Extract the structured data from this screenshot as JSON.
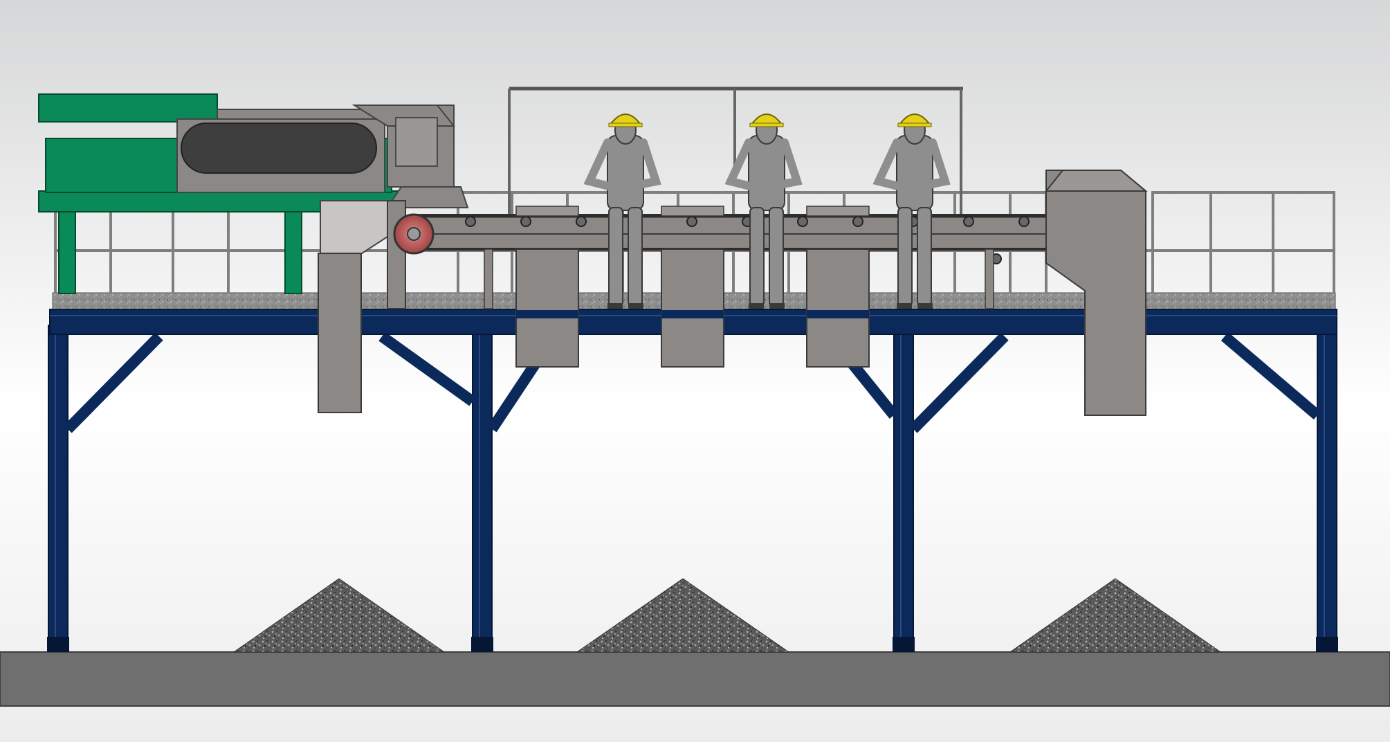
{
  "scene": {
    "subject": "picking-station-conveyor",
    "colors": {
      "bg_top": "#d9dadb",
      "bg_mid": "#ffffff",
      "bg_bottom": "#e8e8e8",
      "frame_navy": "#0b2a5b",
      "frame_navy_dark": "#081d40",
      "machine_green": "#0a8a58",
      "machine_green_dark": "#066b43",
      "steel_grey": "#8a8785",
      "steel_dark": "#5f5c5a",
      "chute_grey": "#9a9795",
      "floor_grey": "#6e6e6e",
      "gravel_dark": "#3a3a3a",
      "gravel_light": "#9a9a9a",
      "helmet_yellow": "#e4d21a",
      "pulley_red": "#b85252",
      "rail_grey": "#7f7f7f"
    },
    "workers": [
      {
        "name": "worker-1"
      },
      {
        "name": "worker-2"
      },
      {
        "name": "worker-3"
      }
    ],
    "piles": [
      {
        "name": "material-pile-1"
      },
      {
        "name": "material-pile-2"
      },
      {
        "name": "material-pile-3"
      }
    ]
  }
}
